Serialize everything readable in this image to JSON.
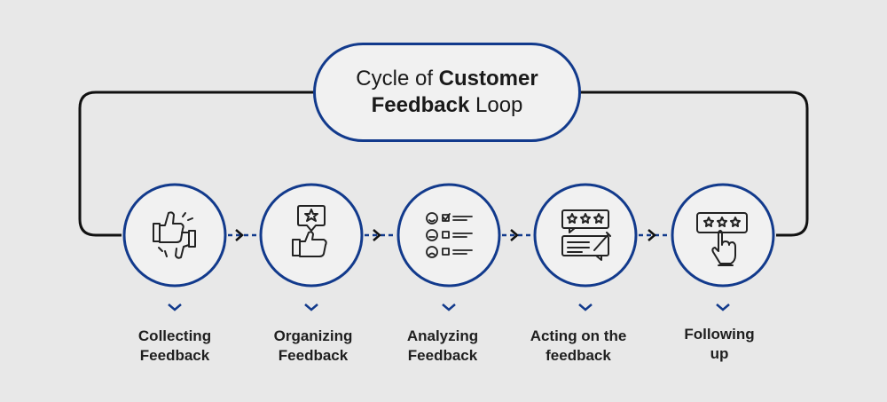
{
  "title": {
    "line1_normal": "Cycle of ",
    "line1_bold": "Customer",
    "line2_bold": "Feedback",
    "line2_normal": " Loop"
  },
  "steps": [
    {
      "label_line1": "Collecting",
      "label_line2": "Feedback",
      "icon": "thumbs-up-down-icon"
    },
    {
      "label_line1": "Organizing",
      "label_line2": "Feedback",
      "icon": "hand-star-bubble-icon"
    },
    {
      "label_line1": "Analyzing",
      "label_line2": "Feedback",
      "icon": "smiley-checklist-icon"
    },
    {
      "label_line1": "Acting on the",
      "label_line2": "feedback",
      "icon": "rating-chat-icon"
    },
    {
      "label_line1": "Following",
      "label_line2": "up",
      "icon": "hand-rating-icon"
    }
  ],
  "colors": {
    "accent": "#123a8c",
    "loop_line": "#111111",
    "circle_fill": "#f1f1f1",
    "background": "#e8e8e8"
  }
}
